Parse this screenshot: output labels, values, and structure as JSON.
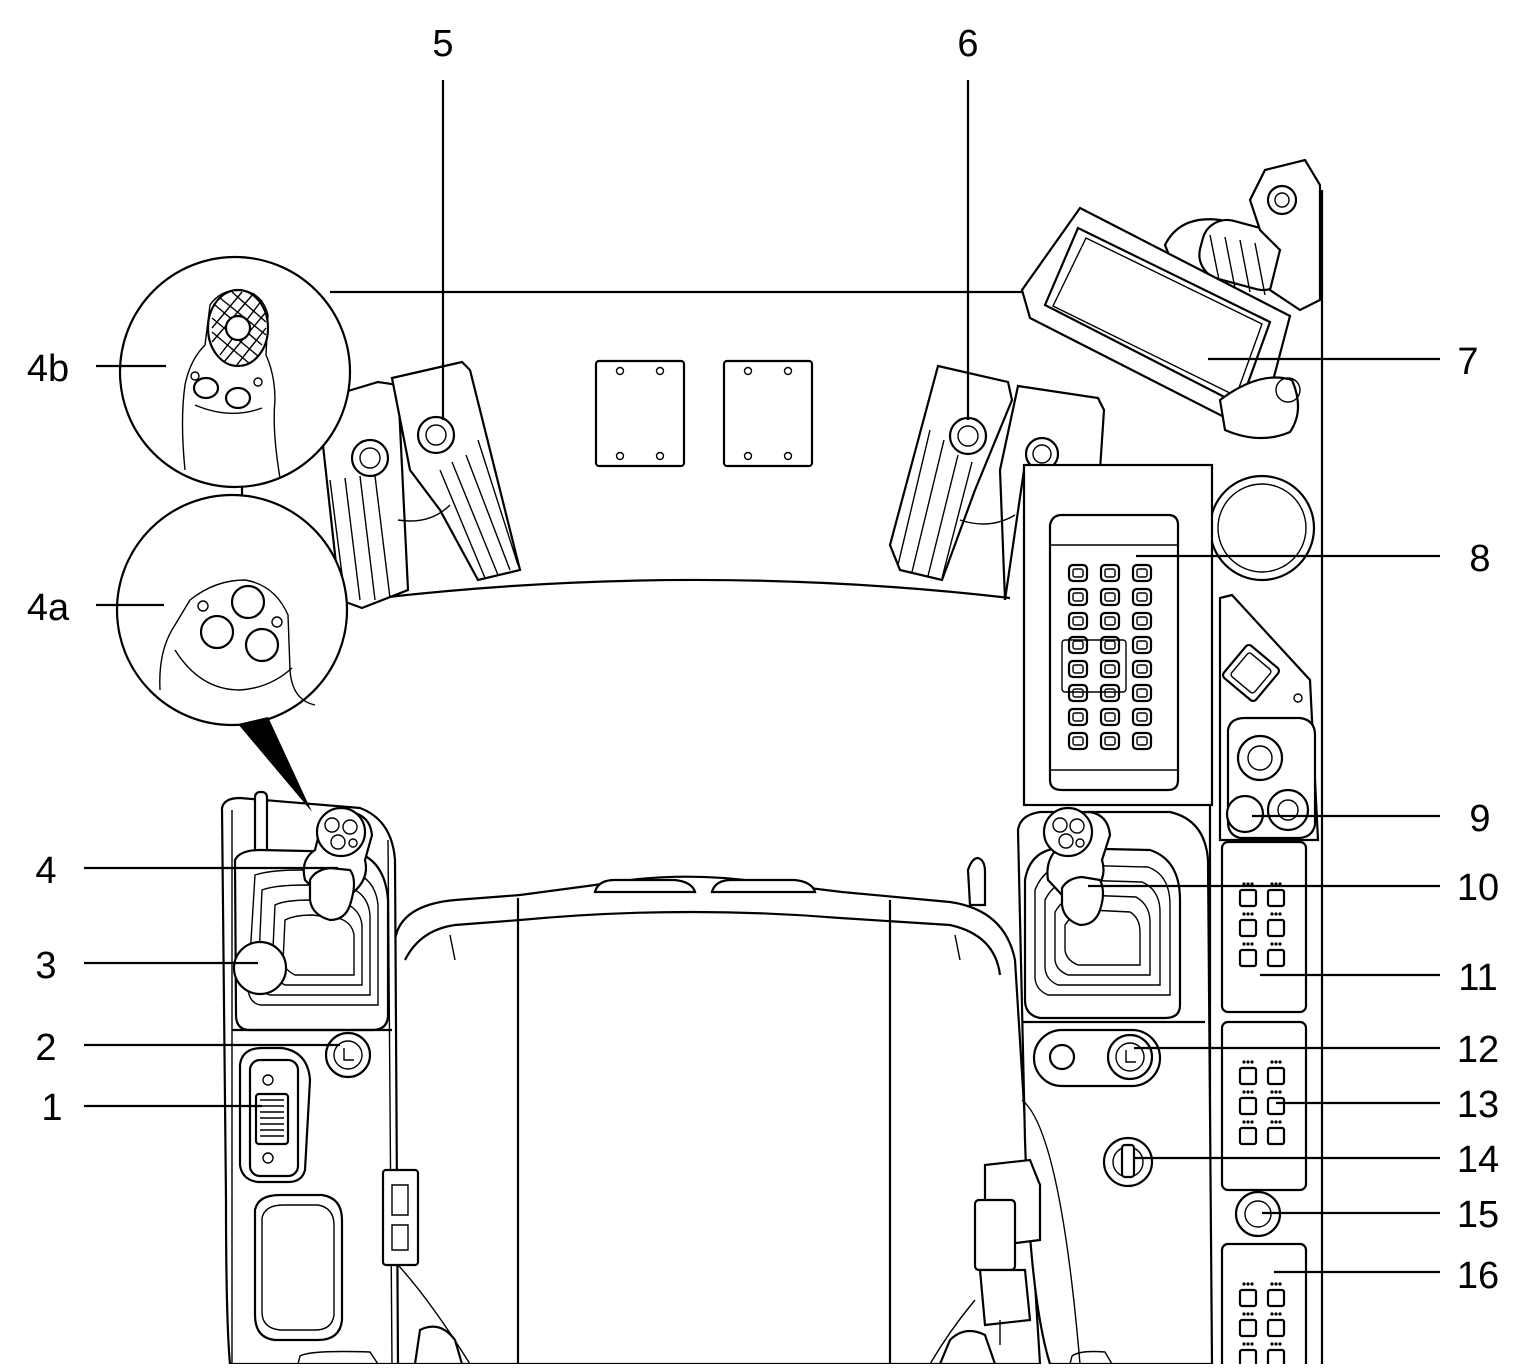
{
  "figure": {
    "callouts": [
      {
        "id": "1",
        "label": "1"
      },
      {
        "id": "2",
        "label": "2"
      },
      {
        "id": "3",
        "label": "3"
      },
      {
        "id": "4",
        "label": "4"
      },
      {
        "id": "4a",
        "label": "4a"
      },
      {
        "id": "4b",
        "label": "4b"
      },
      {
        "id": "5",
        "label": "5"
      },
      {
        "id": "6",
        "label": "6"
      },
      {
        "id": "7",
        "label": "7"
      },
      {
        "id": "8",
        "label": "8"
      },
      {
        "id": "9",
        "label": "9"
      },
      {
        "id": "10",
        "label": "10"
      },
      {
        "id": "11",
        "label": "11"
      },
      {
        "id": "12",
        "label": "12"
      },
      {
        "id": "13",
        "label": "13"
      },
      {
        "id": "14",
        "label": "14"
      },
      {
        "id": "15",
        "label": "15"
      },
      {
        "id": "16",
        "label": "16"
      }
    ]
  },
  "colors": {
    "ink": "#000000",
    "paper": "#ffffff"
  }
}
